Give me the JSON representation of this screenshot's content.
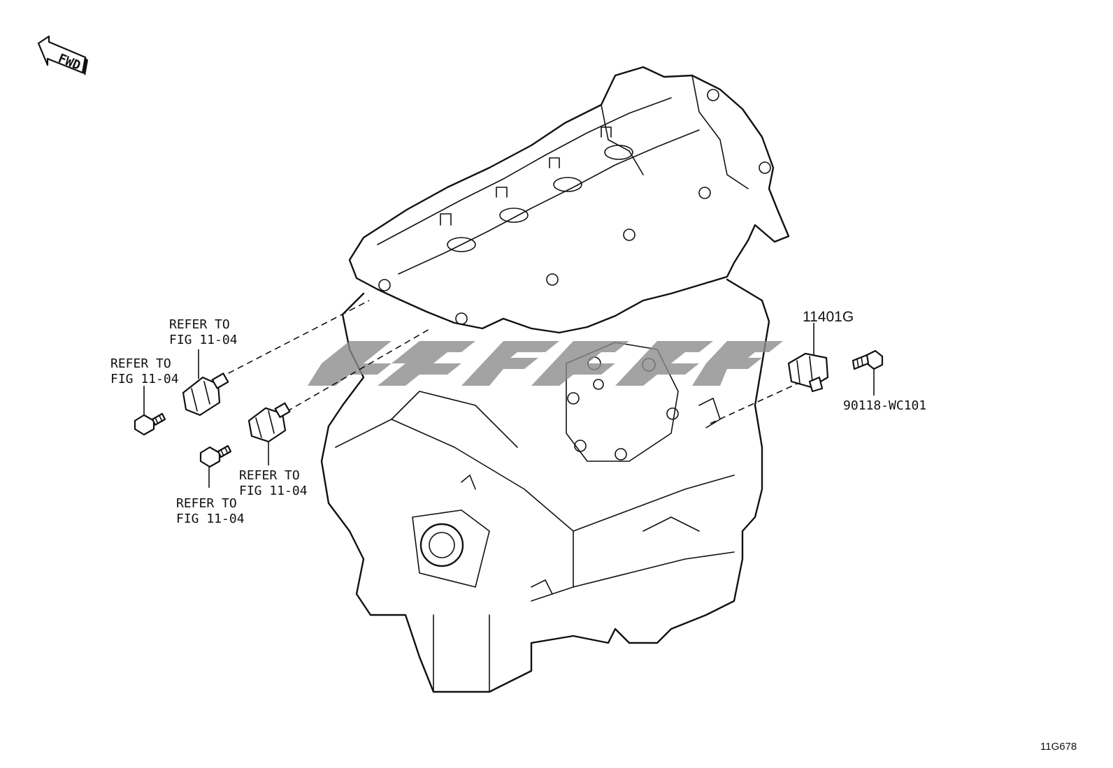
{
  "fwd_label": "FWD",
  "callouts": {
    "sensor_upper_ref": {
      "line1": "REFER TO",
      "line2": "FIG 11-04"
    },
    "bolt_left_ref": {
      "line1": "REFER TO",
      "line2": "FIG 11-04"
    },
    "sensor_lower_ref": {
      "line1": "REFER TO",
      "line2": "FIG 11-04"
    },
    "bolt_lower_ref": {
      "line1": "REFER TO",
      "line2": "FIG 11-04"
    },
    "sensor_right_part_no": "11401G",
    "bolt_right_part_no": "90118-WC101"
  },
  "figure_code": "11G678",
  "icons": [
    "fwd-arrow-icon",
    "sensor-icon",
    "bolt-icon"
  ]
}
